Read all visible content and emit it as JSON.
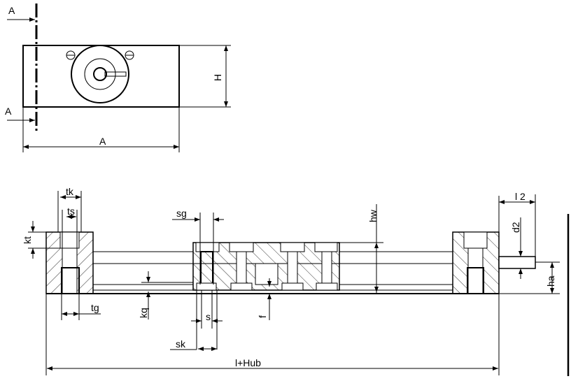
{
  "top_view": {
    "section_label_top": "A",
    "section_label_bottom": "A",
    "dim_height": "H",
    "dim_width": "A"
  },
  "section_view": {
    "dims": {
      "tk": "tk",
      "ts": "ts",
      "kt": "kt",
      "sg": "sg",
      "hw": "hw",
      "l2": "l 2",
      "d2": "d2",
      "ha": "ha",
      "tg": "tg",
      "kq": "kq",
      "s": "s",
      "f": "f",
      "sk": "sk",
      "total_length": "l+Hub"
    }
  }
}
